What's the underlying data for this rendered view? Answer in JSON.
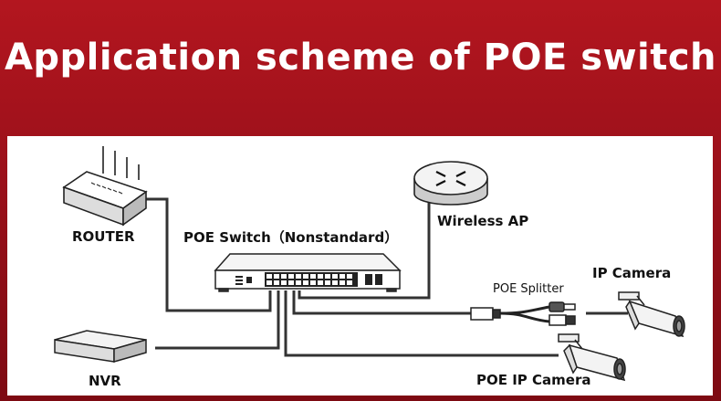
{
  "header": {
    "title": "Application scheme of POE switch",
    "color_top": "#b3161f",
    "color_bottom": "#7d0a12"
  },
  "labels": {
    "router": "ROUTER",
    "poe_switch": "POE Switch（Nonstandard）",
    "wireless_ap": "Wireless AP",
    "poe_splitter": "POE Splitter",
    "ip_camera": "IP Camera",
    "nvr": "NVR",
    "poe_ip_camera": "POE IP Camera"
  },
  "icons": [
    "router-icon",
    "poe-switch-icon",
    "wireless-ap-icon",
    "poe-splitter-icon",
    "ip-camera-icon",
    "nvr-icon",
    "poe-ip-camera-icon"
  ]
}
